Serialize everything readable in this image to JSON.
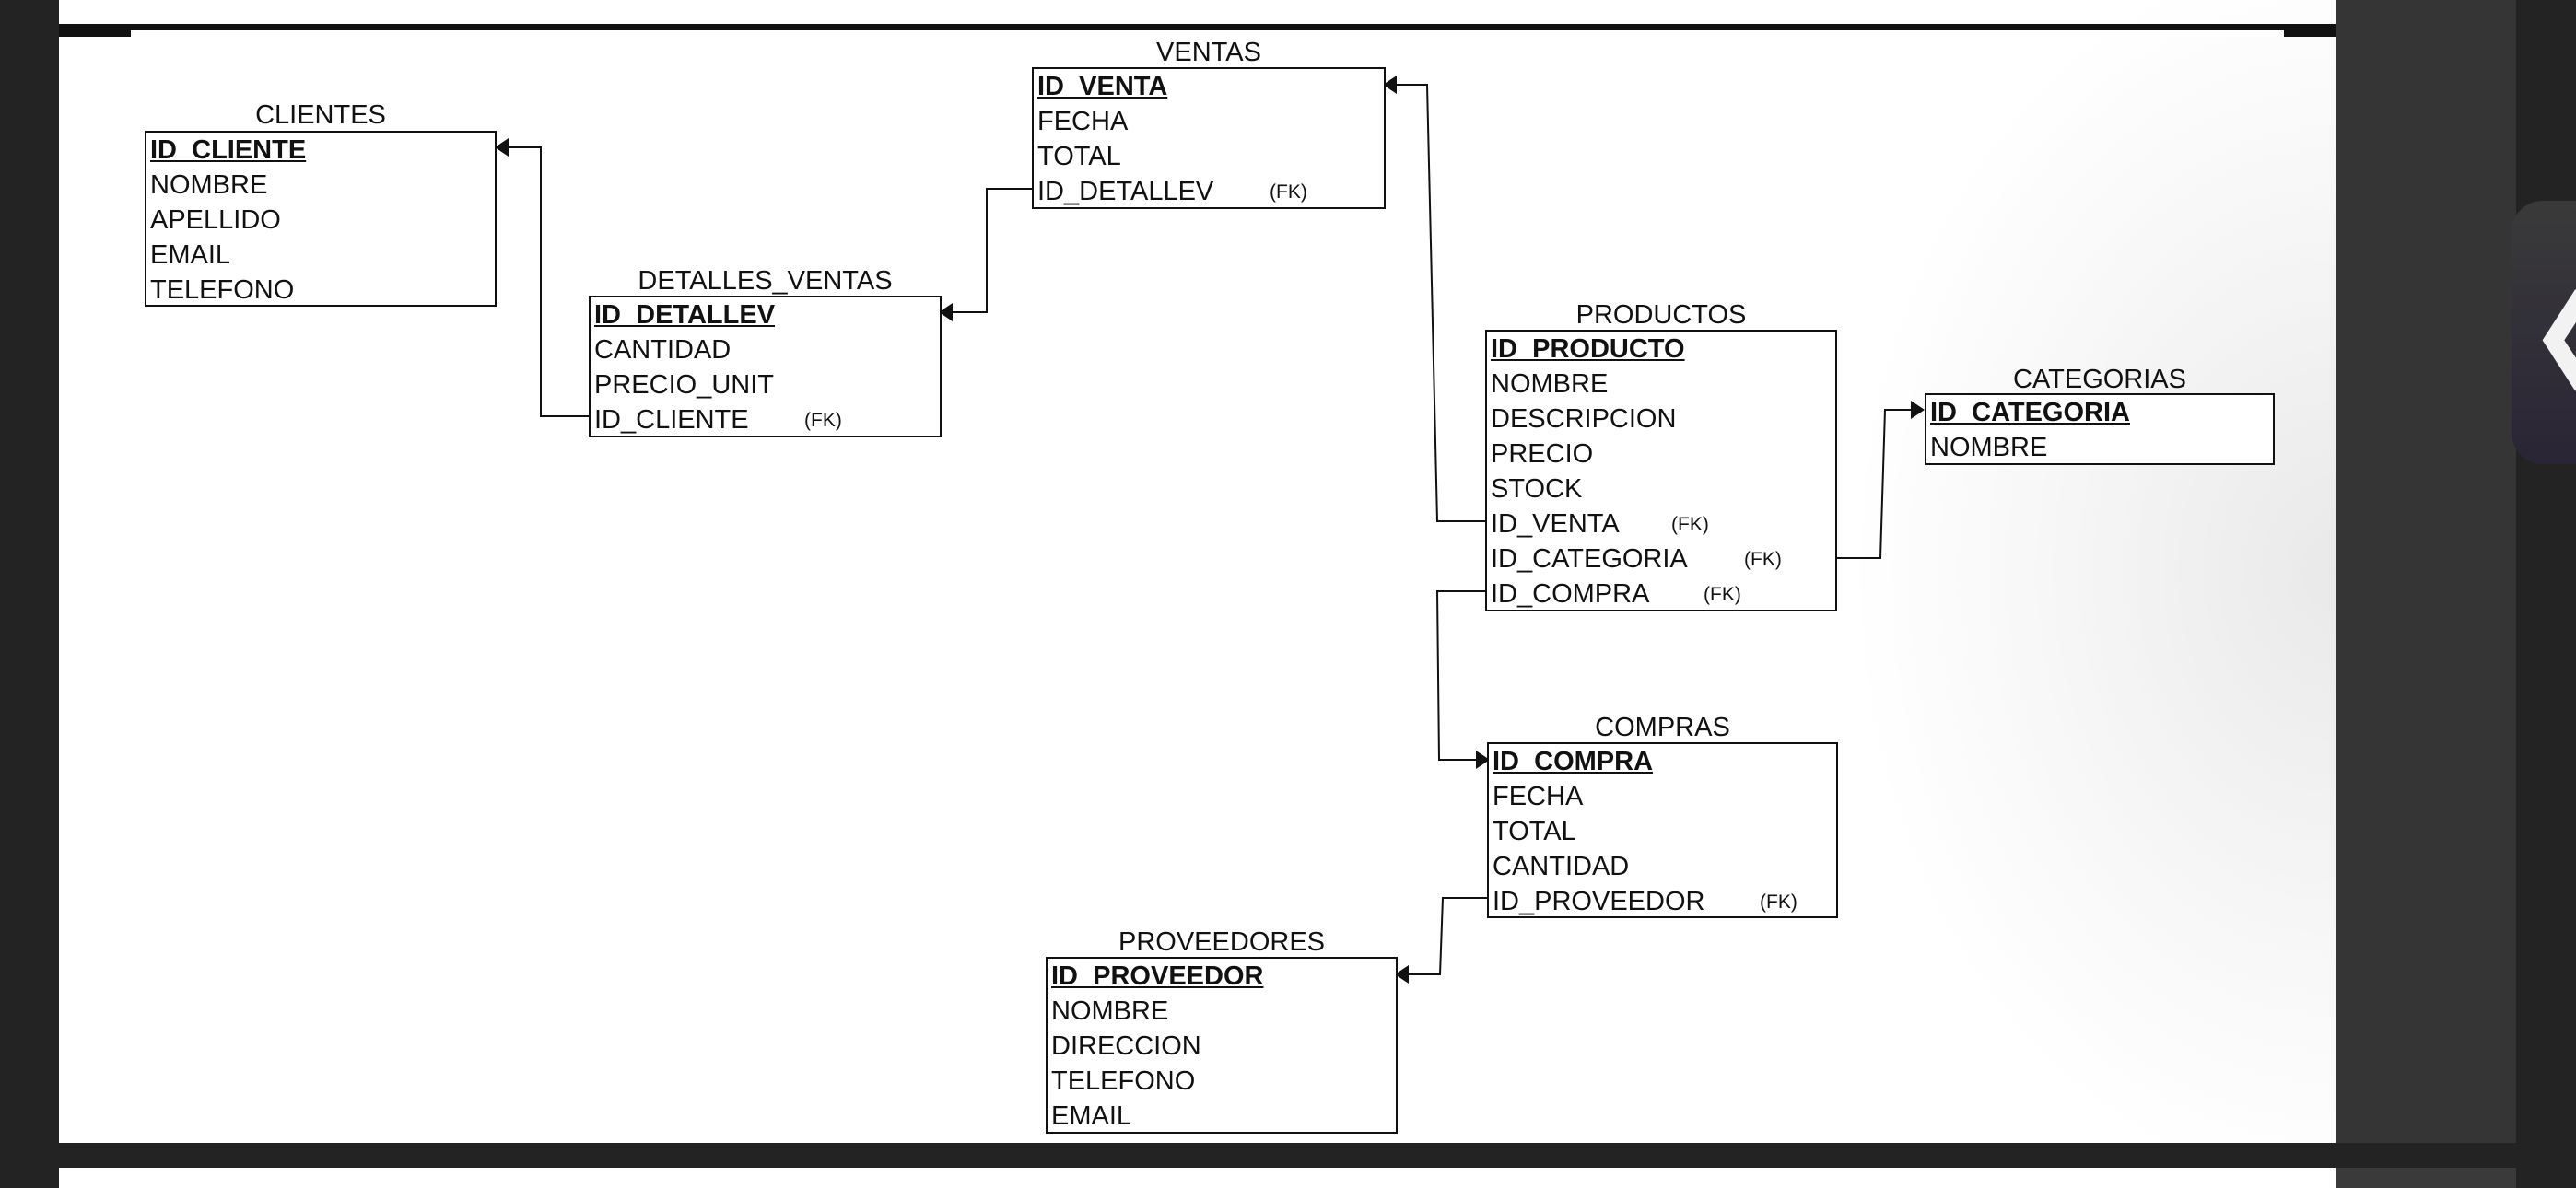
{
  "diagram": {
    "tables": {
      "clientes": {
        "title": "CLIENTES",
        "pk": "ID_CLIENTE",
        "fields": [
          "NOMBRE",
          "APELLIDO",
          "EMAIL",
          "TELEFONO"
        ]
      },
      "ventas": {
        "title": "VENTAS",
        "pk": "ID_VENTA",
        "fields": [
          "FECHA",
          "TOTAL",
          "ID_DETALLEV"
        ],
        "fk_label": "(FK)"
      },
      "detalles": {
        "title": "DETALLES_VENTAS",
        "pk": "ID_DETALLEV",
        "fields": [
          "CANTIDAD",
          "PRECIO_UNIT",
          "ID_CLIENTE"
        ],
        "fk_label": "(FK)"
      },
      "productos": {
        "title": "PRODUCTOS",
        "pk": "ID_PRODUCTO",
        "fields": [
          "NOMBRE",
          "DESCRIPCION",
          "PRECIO",
          "STOCK",
          "ID_VENTA",
          "ID_CATEGORIA",
          "ID_COMPRA"
        ],
        "fk_label": "(FK)"
      },
      "categorias": {
        "title": "CATEGORIAS",
        "pk": "ID_CATEGORIA",
        "fields": [
          "NOMBRE"
        ]
      },
      "compras": {
        "title": "COMPRAS",
        "pk": "ID_COMPRA",
        "fields": [
          "FECHA",
          "TOTAL",
          "CANTIDAD",
          "ID_PROVEEDOR"
        ],
        "fk_label": "(FK)"
      },
      "proveedores": {
        "title": "PROVEEDORES",
        "pk": "ID_PROVEEDOR",
        "fields": [
          "NOMBRE",
          "DIRECCION",
          "TELEFONO",
          "EMAIL"
        ]
      }
    }
  },
  "ui": {
    "collapse_tab_icon": "chevron-left-icon",
    "collapse_tab_glyph": "❮"
  }
}
